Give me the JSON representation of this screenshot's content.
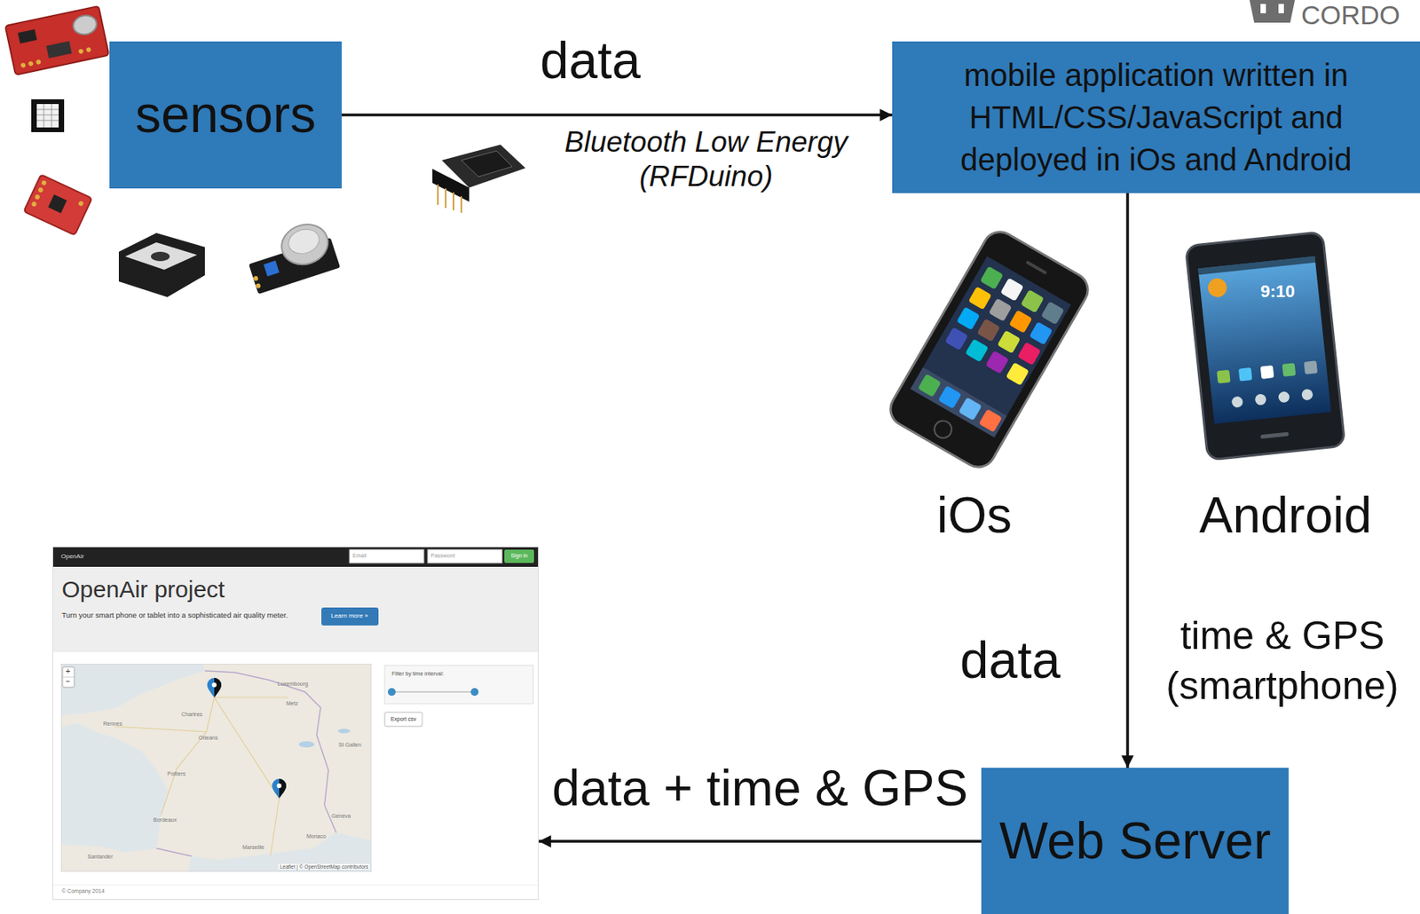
{
  "diagram": {
    "nodes": [
      {
        "text": [
          "sensors"
        ]
      },
      {
        "text": [
          "mobile application written in HTML/CSS/JavaScript and deployed in iOs and Android"
        ]
      },
      {
        "text": [
          "Web Server"
        ]
      },
      {
        "text": [
          "OpenAir project",
          "Turn your smart phone or tablet into a sophisticated air quality meter."
        ]
      }
    ],
    "edges": [
      {
        "from": 0,
        "to": 1,
        "arrow": "to",
        "label": "data"
      },
      {
        "from": 1,
        "to": 2,
        "arrow": "to",
        "label": "data"
      },
      {
        "from": 2,
        "to": 3,
        "arrow": "to",
        "label": "data + time & GPS"
      }
    ],
    "labels": [
      "Bluetooth Low Energy (RFDuino)",
      "iOs",
      "Android",
      "time & GPS (smartphone)",
      "CORDO",
      "9:10",
      "OpenAir",
      "Email",
      "Password",
      "Sign in",
      "Learn more »",
      "Filter by time interval:",
      "Export csv",
      "+",
      "−",
      "Luxembourg",
      "Metz",
      "Chartres",
      "Rennes",
      "Orleans",
      "St Gallen",
      "Poitiers",
      "Bordeaux",
      "Geneva",
      "Santander",
      "Marseille",
      "Monaco",
      "Leaflet | © OpenStreetMap contributors",
      "© Company 2014"
    ]
  }
}
